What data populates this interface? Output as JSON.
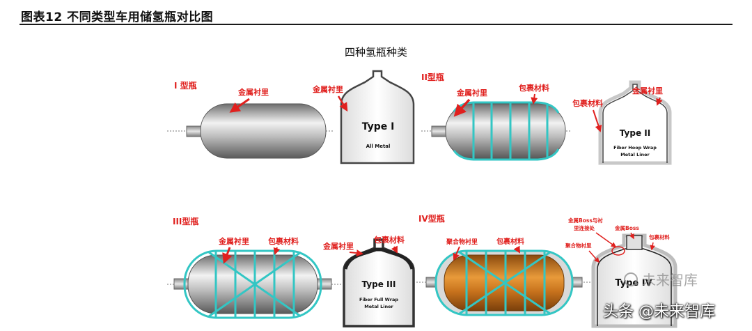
{
  "figure": {
    "title": "图表12    不同类型车用储氢瓶对比图",
    "subtitle": "四种氢瓶种类"
  },
  "panels": {
    "type1": {
      "heading": "I 型瓶",
      "liner": "金属衬里",
      "liner_section": "金属衬里",
      "section_title": "Type I",
      "section_sub": "All  Metal"
    },
    "type2": {
      "heading": "II型瓶",
      "liner": "金属衬里",
      "wrap": "包裹材料",
      "wrap_section": "包裹材料",
      "liner_section": "金属衬里",
      "section_title": "Type II",
      "section_sub1": "Fiber Hoop Wrap",
      "section_sub2": "Metal Liner"
    },
    "type3": {
      "heading": "III型瓶",
      "liner": "金属衬里",
      "wrap": "包裹材料",
      "liner_section": "金属衬里",
      "wrap_section": "包裹材料",
      "section_title": "Type III",
      "section_sub1": "Fiber Full Wrap",
      "section_sub2": "Metal Liner"
    },
    "type4": {
      "heading": "IV型瓶",
      "liner": "聚合物衬里",
      "wrap": "包裹材料",
      "boss_link": "金属Boss与衬",
      "boss_link2": "里连接处",
      "boss": "金属Boss",
      "wrap_section": "包裹材料",
      "liner_section": "聚合物衬里",
      "section_title": "Type IV"
    }
  },
  "watermark": {
    "faint": "未来智库",
    "main": "头条 @未来智库"
  },
  "colors": {
    "label_red": "#e0201e",
    "wrap_cyan": "#33c6c4",
    "metal": "#a9a9a9",
    "polymer": "#c8731d"
  }
}
